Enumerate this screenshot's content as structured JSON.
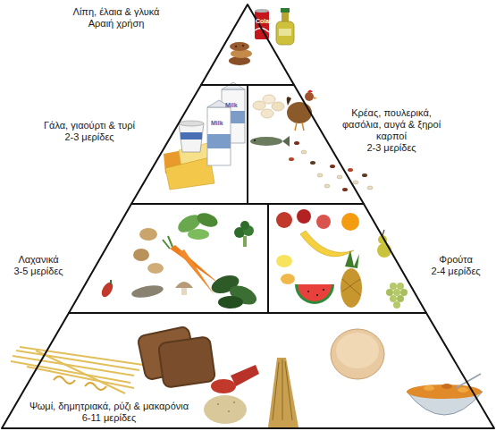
{
  "diagram": {
    "nodes": [
      {
        "text": [
          "Λίπη, έλαια & γλυκά",
          "Αραιή χρήση"
        ]
      },
      {
        "text": [
          "Γάλα, γιαούρτι & τυρί",
          "2-3 μερίδες"
        ]
      },
      {
        "text": [
          "Κρέας, πουλερικά, φασόλια, αυγά & ξηροί καρποί",
          "2-3 μερίδες"
        ]
      },
      {
        "text": [
          "Λαχανικά",
          "3-5 μερίδες"
        ]
      },
      {
        "text": [
          "Φρούτα",
          "2-4 μερίδες"
        ]
      },
      {
        "text": [
          "Ψωμί, δημητριακά, ρύζι & μακαρόνια",
          "6-11 μερίδες"
        ]
      }
    ],
    "labels": [
      "Cola",
      "Milk",
      "Milk"
    ]
  }
}
